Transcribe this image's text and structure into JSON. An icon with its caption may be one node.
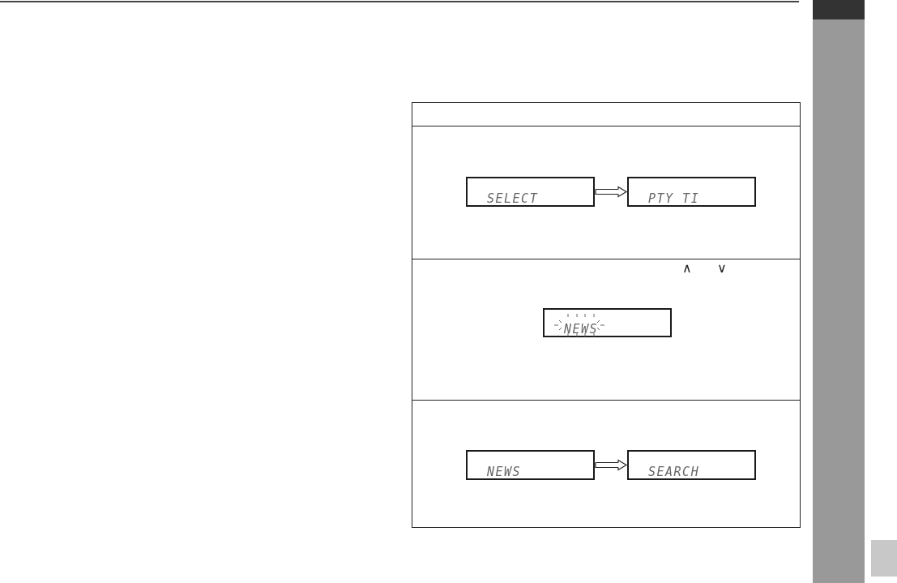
{
  "diagram": {
    "nodes": [
      {
        "text": [],
        "shape": "box"
      },
      {
        "text": [],
        "shape": "box",
        "in": 0
      },
      {
        "text": [
          "SELECT"
        ],
        "in": 1
      },
      {
        "text": [
          "PTY TI"
        ],
        "in": 1
      },
      {
        "text": [],
        "shape": "box",
        "in": 0
      },
      {
        "text": [
          "NEWS"
        ],
        "in": 4
      },
      {
        "text": [],
        "shape": "box",
        "in": 0
      },
      {
        "text": [
          "NEWS"
        ],
        "in": 6
      },
      {
        "text": [
          "SEARCH"
        ],
        "in": 6
      }
    ],
    "edges": [
      {
        "from": 2,
        "to": 3,
        "arrow": "to"
      },
      {
        "from": 7,
        "to": 8,
        "arrow": "to"
      }
    ],
    "labels": [
      "∧",
      "∨"
    ]
  }
}
